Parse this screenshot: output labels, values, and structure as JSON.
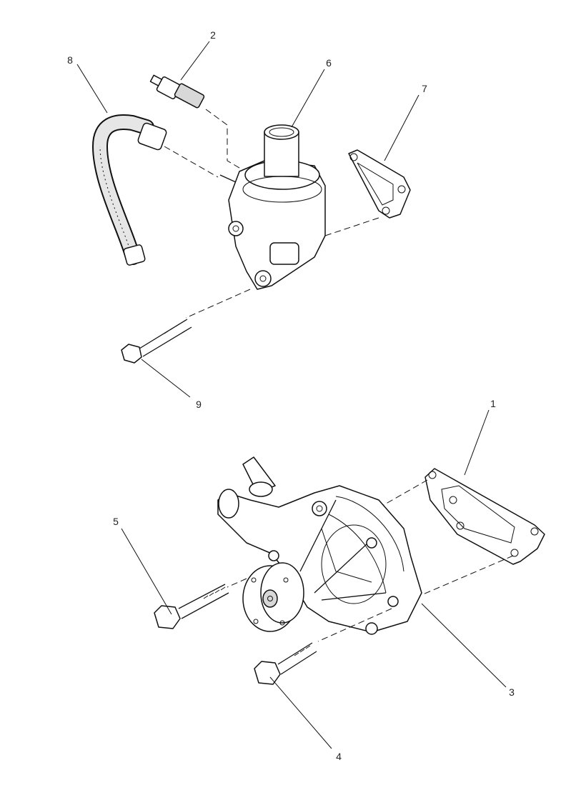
{
  "diagram": {
    "callouts": [
      {
        "id": "c2",
        "label": "2"
      },
      {
        "id": "c8",
        "label": "8"
      },
      {
        "id": "c6",
        "label": "6"
      },
      {
        "id": "c7",
        "label": "7"
      },
      {
        "id": "c9",
        "label": "9"
      },
      {
        "id": "c1",
        "label": "1"
      },
      {
        "id": "c5",
        "label": "5"
      },
      {
        "id": "c3",
        "label": "3"
      },
      {
        "id": "c4",
        "label": "4"
      }
    ],
    "colors": {
      "ink": "#111111",
      "background": "#ffffff"
    }
  }
}
